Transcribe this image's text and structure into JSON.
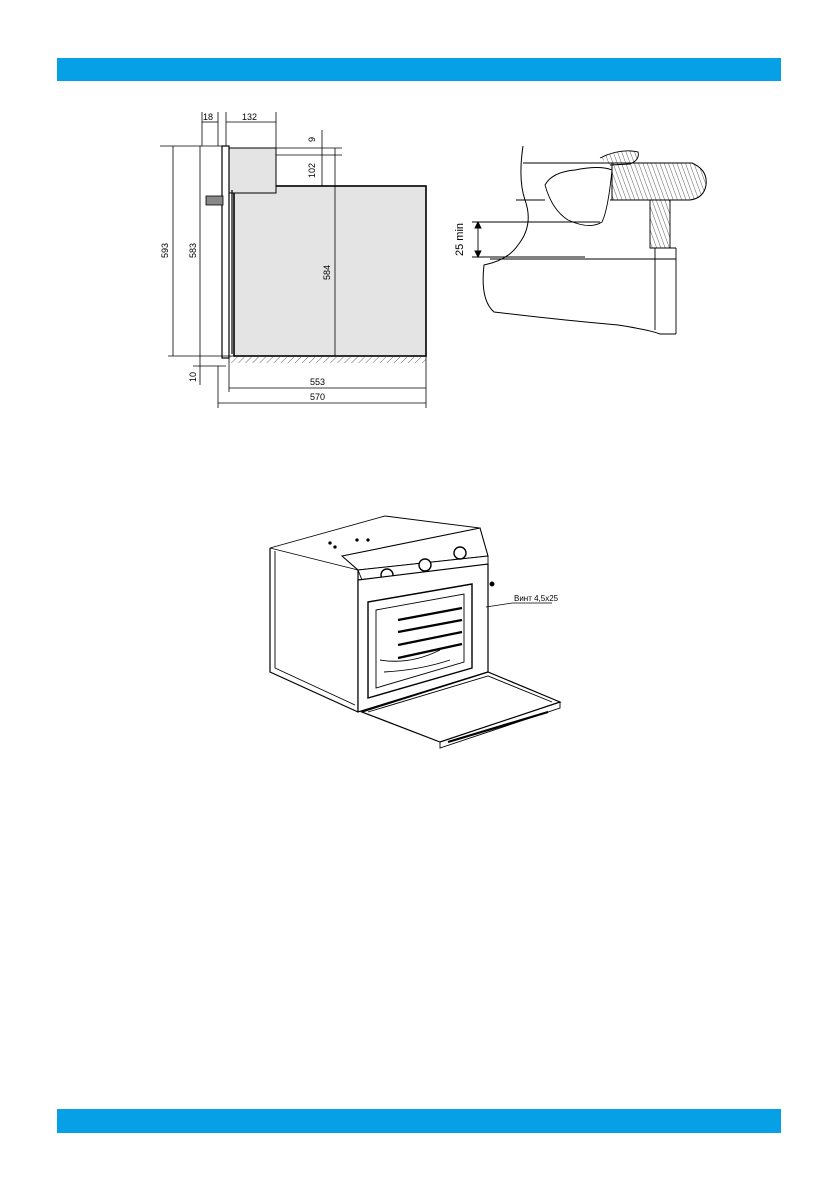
{
  "colors": {
    "band": "#06a0e6",
    "panel": "#e4e4e4"
  },
  "dims": {
    "d18": "18",
    "d132": "132",
    "d9": "9",
    "d102": "102",
    "d593": "593",
    "d583": "583",
    "d584": "584",
    "d10": "10",
    "d553": "553",
    "d570": "570"
  },
  "detail": {
    "gap_label": "25 min"
  },
  "oven": {
    "screw_label": "Винт 4,5х25"
  }
}
